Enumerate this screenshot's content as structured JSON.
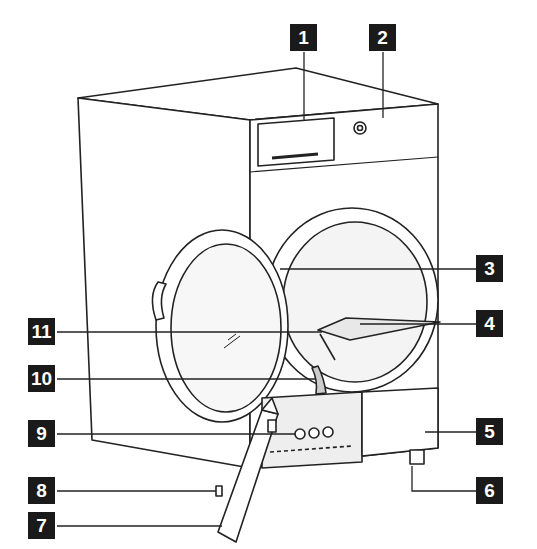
{
  "diagram": {
    "labels": [
      "1",
      "2",
      "3",
      "11",
      "4",
      "10",
      "9",
      "5",
      "8",
      "6",
      "7"
    ]
  }
}
